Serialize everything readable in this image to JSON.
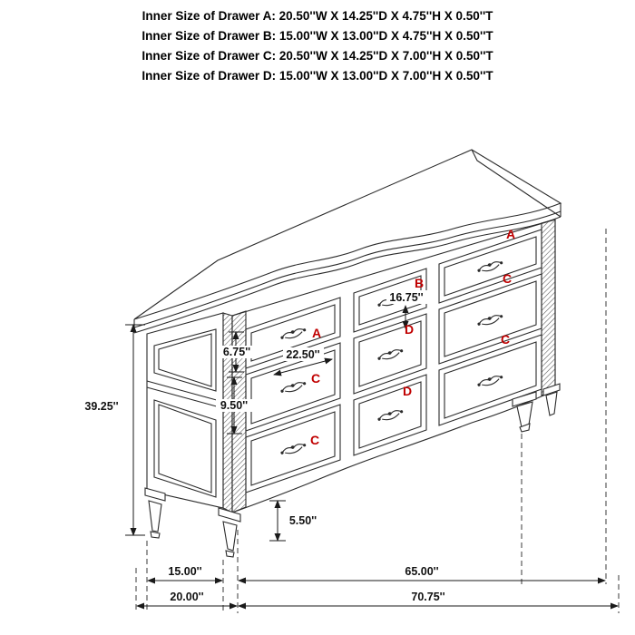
{
  "title_block": {
    "lines": [
      "Inner Size of Drawer A: 20.50''W X 14.25''D X 4.75''H X 0.50''T",
      "Inner Size of Drawer B: 15.00''W X 13.00''D X 4.75''H X 0.50''T",
      "Inner Size of Drawer C: 20.50''W X 14.25''D X 7.00''H X 0.50''T",
      "Inner Size of Drawer D: 15.00''W X 13.00''D X 7.00''H X 0.50''T"
    ]
  },
  "diagram": {
    "drawers": {
      "top_left": "A",
      "top_middle": "B",
      "top_right": "A",
      "middle_left": "C",
      "middle_middle": "D",
      "middle_right": "C",
      "bottom_left": "C",
      "bottom_middle": "D",
      "bottom_right": "C"
    },
    "dimensions": {
      "overall_height": "39.25''",
      "middle_drawer_top_width": "16.75''",
      "side_drawer_top_width": "22.50''",
      "top_drawer_front_height": "6.75''",
      "lower_drawer_front_height": "9.50''",
      "leg_height": "5.50''",
      "leg_spacing_depth": "15.00''",
      "leg_spacing_width": "65.00''",
      "overall_depth": "20.00''",
      "overall_width": "70.75''"
    },
    "colors": {
      "drawer_label": "#c00000",
      "line_art": "#2b2b2b",
      "dimension_text": "#111111"
    }
  }
}
